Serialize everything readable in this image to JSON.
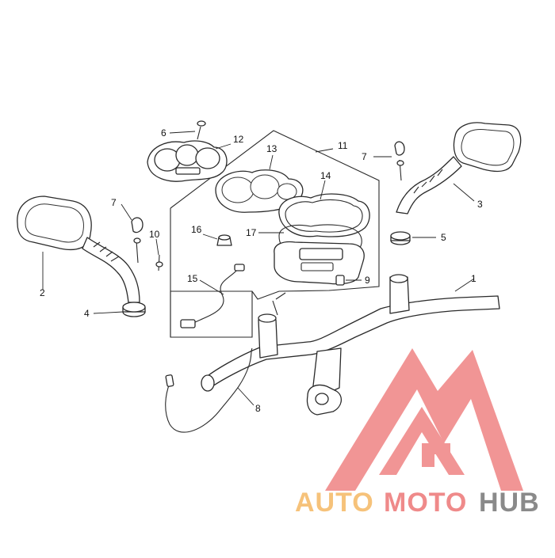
{
  "diagram": {
    "callouts": [
      {
        "id": "c1",
        "label": "1"
      },
      {
        "id": "c2",
        "label": "2"
      },
      {
        "id": "c3",
        "label": "3"
      },
      {
        "id": "c4",
        "label": "4"
      },
      {
        "id": "c5",
        "label": "5"
      },
      {
        "id": "c6",
        "label": "6"
      },
      {
        "id": "c7a",
        "label": "7"
      },
      {
        "id": "c7b",
        "label": "7"
      },
      {
        "id": "c8",
        "label": "8"
      },
      {
        "id": "c9",
        "label": "9"
      },
      {
        "id": "c10",
        "label": "10"
      },
      {
        "id": "c11",
        "label": "11"
      },
      {
        "id": "c12",
        "label": "12"
      },
      {
        "id": "c13",
        "label": "13"
      },
      {
        "id": "c14",
        "label": "14"
      },
      {
        "id": "c15",
        "label": "15"
      },
      {
        "id": "c16",
        "label": "16"
      },
      {
        "id": "c17",
        "label": "17"
      }
    ]
  },
  "watermark": {
    "text_light": "AUTO",
    "text_mid": "MOTO",
    "text_dark": "HUB",
    "color_light": "#f6c27a",
    "color_mid": "#ef8a8a",
    "color_dark": "#8a8a8a",
    "logo_color": "#f08a8a"
  }
}
